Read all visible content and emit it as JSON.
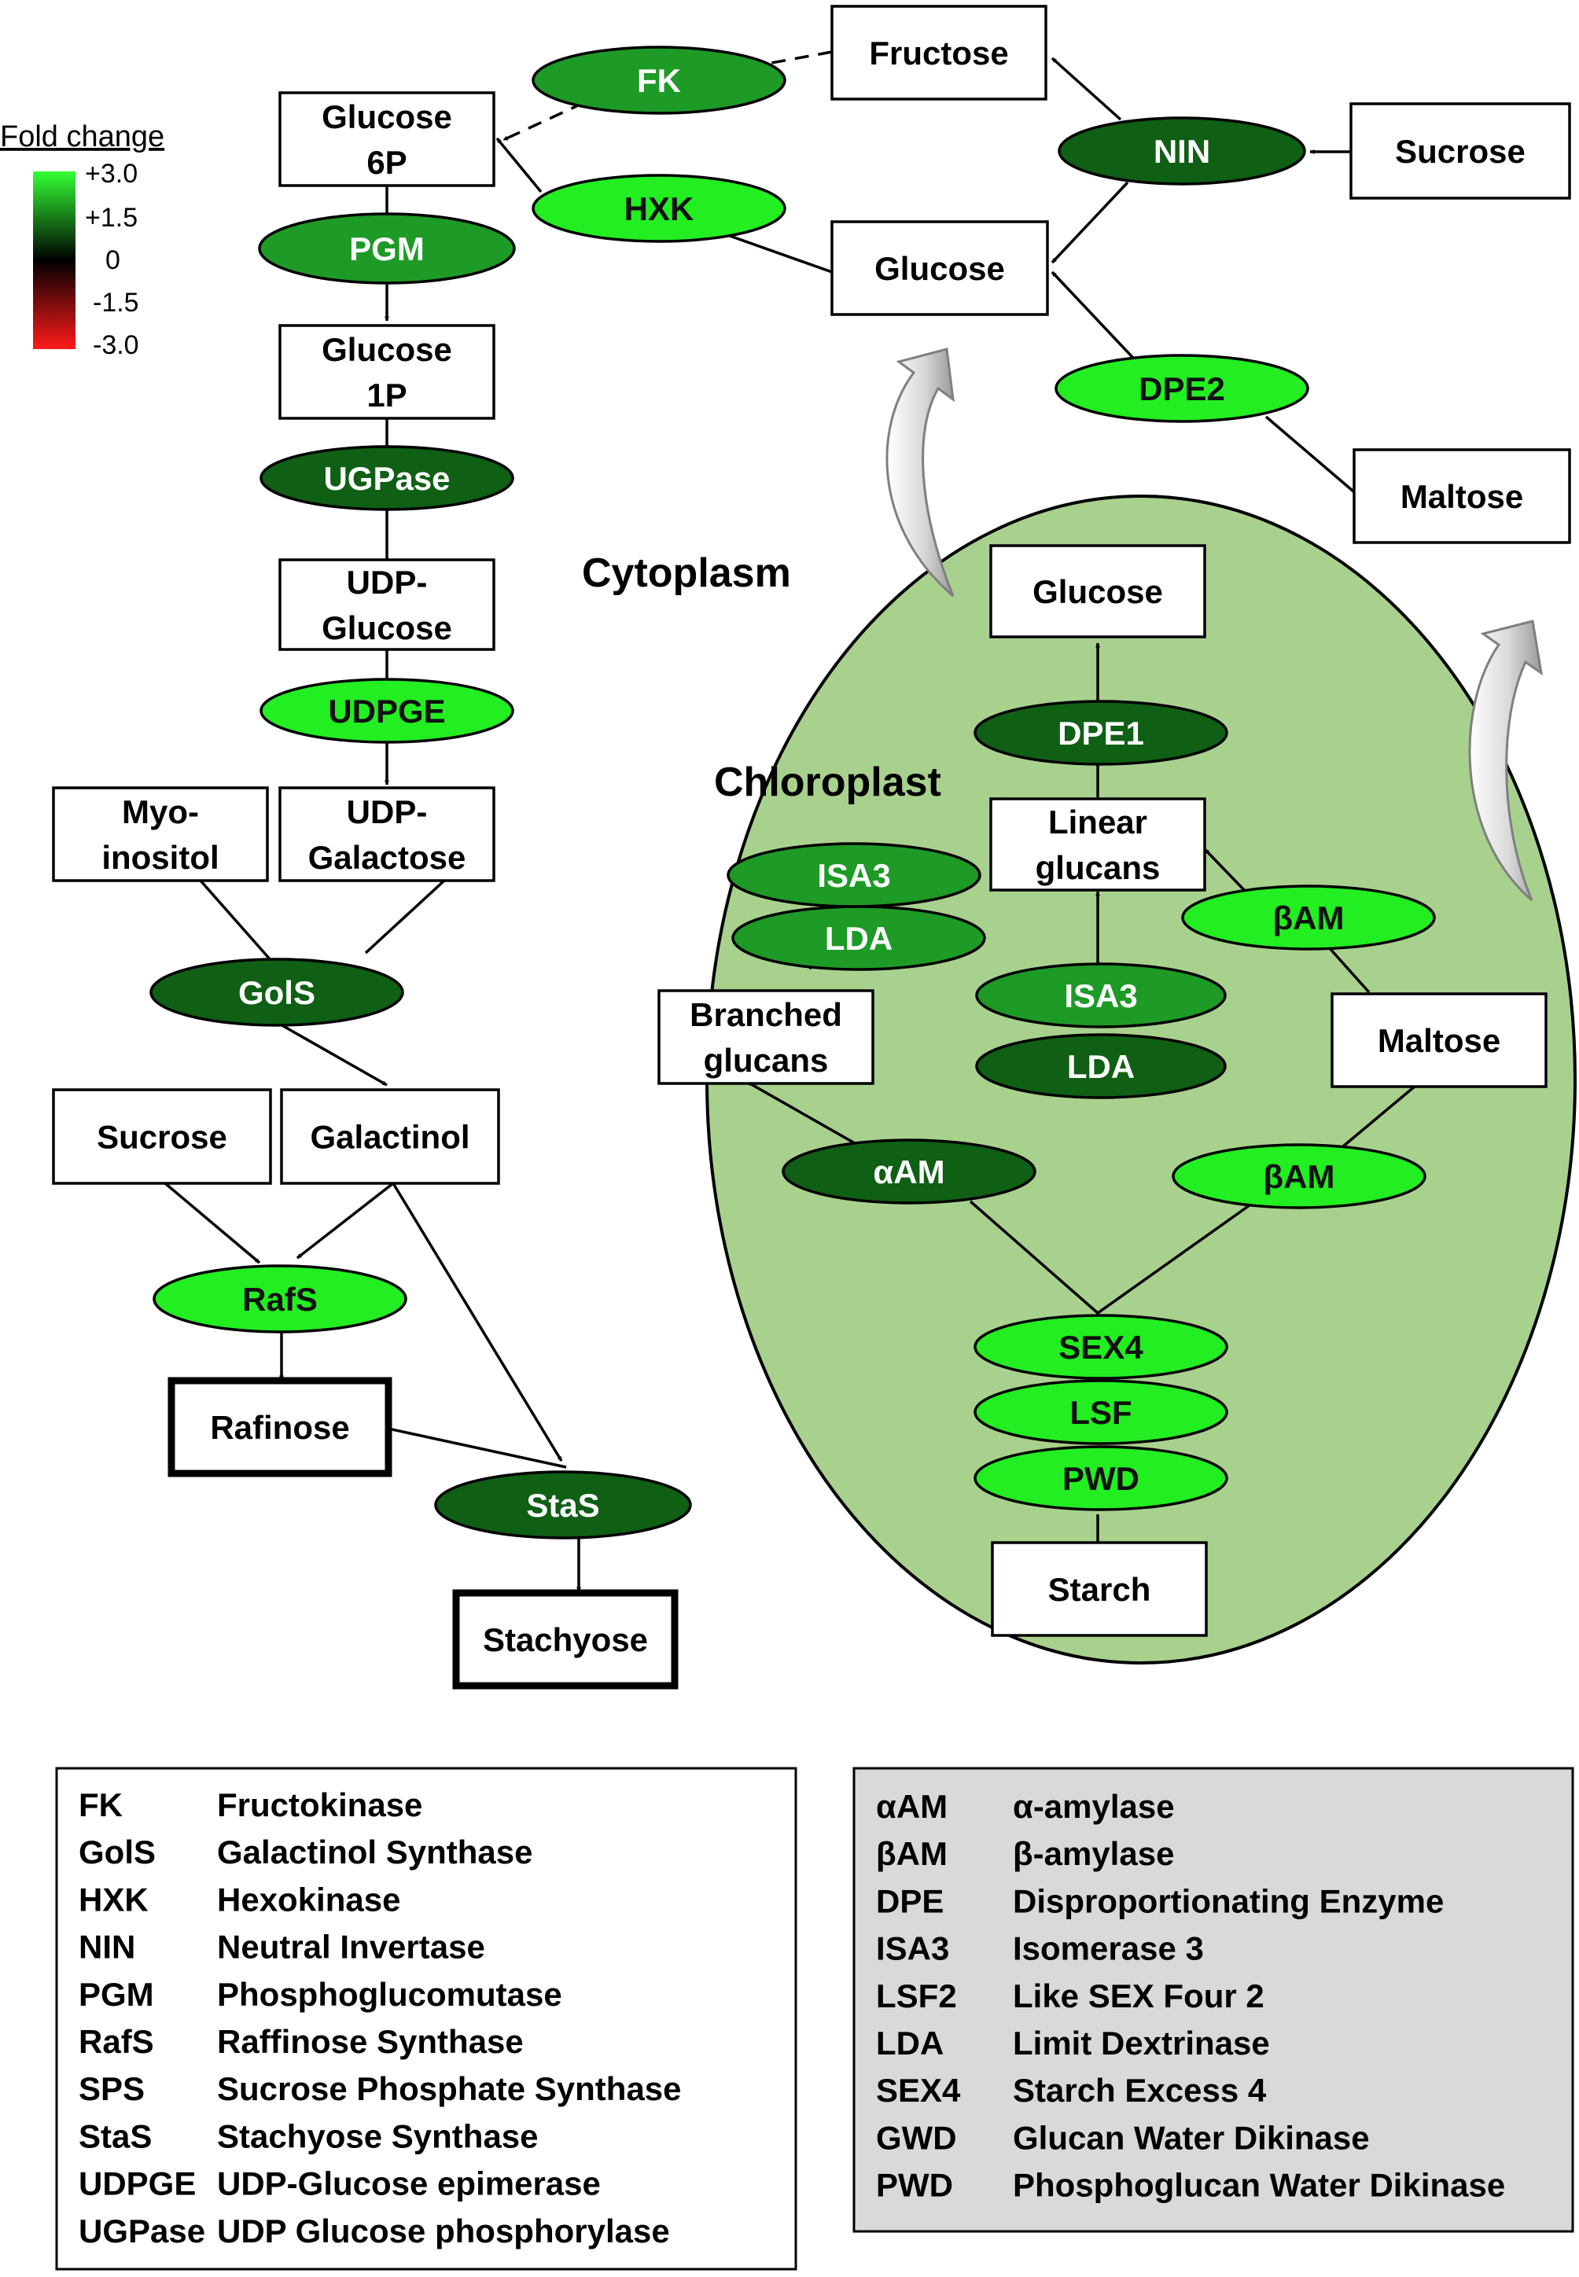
{
  "colors": {
    "bright_green": "#22ee22",
    "medium_green": "#1e9a26",
    "dark_green": "#0f5f15",
    "chloroplast_fill": "#a9d18e",
    "legend_box_fill": "#d9d9d9",
    "scale_top": "#33ff33",
    "scale_mid": "#000000",
    "scale_bottom": "#ff1a1a"
  },
  "scale": {
    "title": "Fold change",
    "ticks": [
      "+3.0",
      "+1.5",
      "0",
      "-1.5",
      "-3.0"
    ]
  },
  "compartments": {
    "cytoplasm": "Cytoplasm",
    "chloroplast": "Chloroplast"
  },
  "metabolites": {
    "fructose": [
      "Fructose"
    ],
    "sucrose_top": [
      "Sucrose"
    ],
    "glucose_top": [
      "Glucose"
    ],
    "maltose_top": [
      "Maltose"
    ],
    "glucose6p": [
      "Glucose",
      "6P"
    ],
    "glucose1p": [
      "Glucose",
      "1P"
    ],
    "udp_glucose": [
      "UDP-",
      "Glucose"
    ],
    "myo_inositol": [
      "Myo-",
      "inositol"
    ],
    "udp_galactose": [
      "UDP-",
      "Galactose"
    ],
    "sucrose_left": [
      "Sucrose"
    ],
    "galactinol": [
      "Galactinol"
    ],
    "rafinose": [
      "Rafinose"
    ],
    "stachyose": [
      "Stachyose"
    ],
    "glucose_cp": [
      "Glucose"
    ],
    "linear_glucans": [
      "Linear",
      "glucans"
    ],
    "branched_glucans": [
      "Branched",
      "glucans"
    ],
    "maltose_cp": [
      "Maltose"
    ],
    "starch": [
      "Starch"
    ]
  },
  "enzymes": {
    "fk": {
      "label": "FK",
      "level": "medium"
    },
    "hxk": {
      "label": "HXK",
      "level": "bright"
    },
    "nin": {
      "label": "NIN",
      "level": "dark"
    },
    "dpe2": {
      "label": "DPE2",
      "level": "bright"
    },
    "pgm": {
      "label": "PGM",
      "level": "medium"
    },
    "ugpase": {
      "label": "UGPase",
      "level": "dark"
    },
    "udpge": {
      "label": "UDPGE",
      "level": "bright"
    },
    "gols": {
      "label": "GolS",
      "level": "dark"
    },
    "rafs": {
      "label": "RafS",
      "level": "bright"
    },
    "stas": {
      "label": "StaS",
      "level": "dark"
    },
    "dpe1": {
      "label": "DPE1",
      "level": "dark"
    },
    "isa3_left": {
      "label": "ISA3",
      "level": "medium"
    },
    "lda_left": {
      "label": "LDA",
      "level": "medium"
    },
    "isa3_center": {
      "label": "ISA3",
      "level": "medium"
    },
    "lda_center": {
      "label": "LDA",
      "level": "dark"
    },
    "bam_top": {
      "label": "βAM",
      "level": "bright"
    },
    "aam": {
      "label": "αAM",
      "level": "dark"
    },
    "bam_bottom": {
      "label": "βAM",
      "level": "bright"
    },
    "sex4": {
      "label": "SEX4",
      "level": "bright"
    },
    "lsf": {
      "label": "LSF",
      "level": "bright"
    },
    "pwd": {
      "label": "PWD",
      "level": "bright"
    }
  },
  "legend_left": [
    [
      "FK",
      "Fructokinase"
    ],
    [
      "GolS",
      "Galactinol Synthase"
    ],
    [
      "HXK",
      "Hexokinase"
    ],
    [
      "NIN",
      "Neutral Invertase"
    ],
    [
      "PGM",
      "Phosphoglucomutase"
    ],
    [
      "RafS",
      "Raffinose Synthase"
    ],
    [
      "SPS",
      "Sucrose Phosphate Synthase"
    ],
    [
      "StaS",
      "Stachyose Synthase"
    ],
    [
      "UDPGE",
      "UDP-Glucose epimerase"
    ],
    [
      "UGPase",
      "UDP Glucose phosphorylase"
    ]
  ],
  "legend_right": [
    [
      "αAM",
      "α-amylase"
    ],
    [
      "βAM",
      "β-amylase"
    ],
    [
      "DPE",
      "Disproportionating Enzyme"
    ],
    [
      "ISA3",
      "Isomerase 3"
    ],
    [
      "LSF2",
      "Like SEX Four 2"
    ],
    [
      "LDA",
      "Limit Dextrinase"
    ],
    [
      "SEX4",
      "Starch Excess 4"
    ],
    [
      "GWD",
      "Glucan Water Dikinase"
    ],
    [
      "PWD",
      "Phosphoglucan Water Dikinase"
    ]
  ]
}
